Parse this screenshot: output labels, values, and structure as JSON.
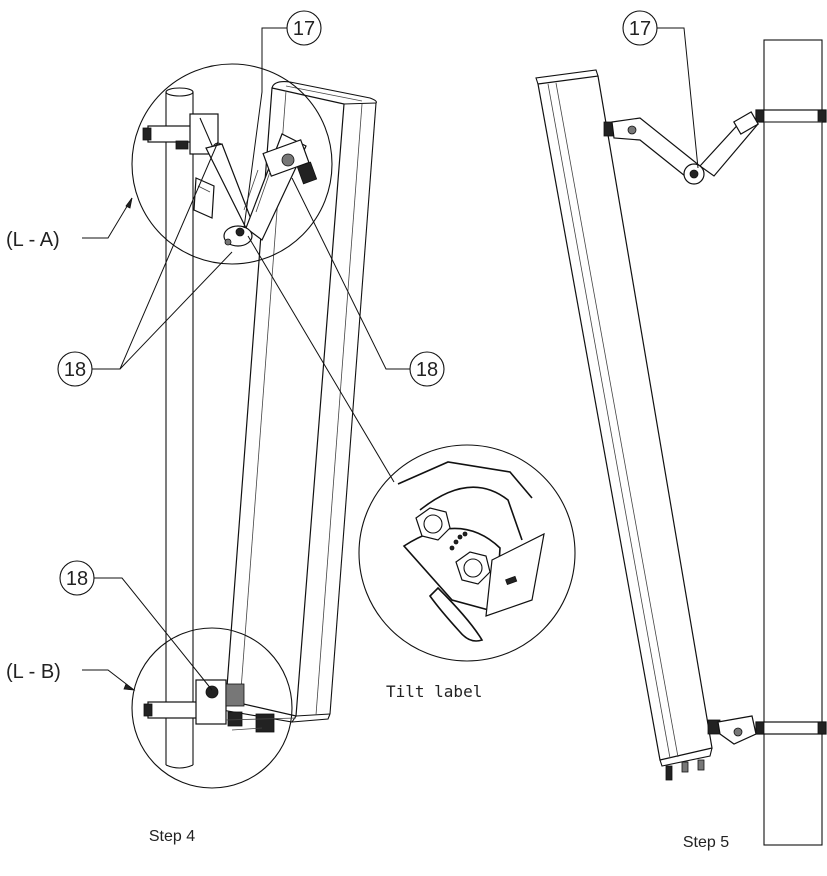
{
  "step4": {
    "caption": "Step 4",
    "callouts": {
      "part_17": "17",
      "part_18_left": "18",
      "part_18_right": "18",
      "part_18_bottom": "18"
    },
    "detail_labels": {
      "upper": "(L - A)",
      "lower": "(L - B)"
    },
    "zoom_label": "Tilt label"
  },
  "step5": {
    "caption": "Step 5",
    "callouts": {
      "part_17": "17"
    }
  }
}
